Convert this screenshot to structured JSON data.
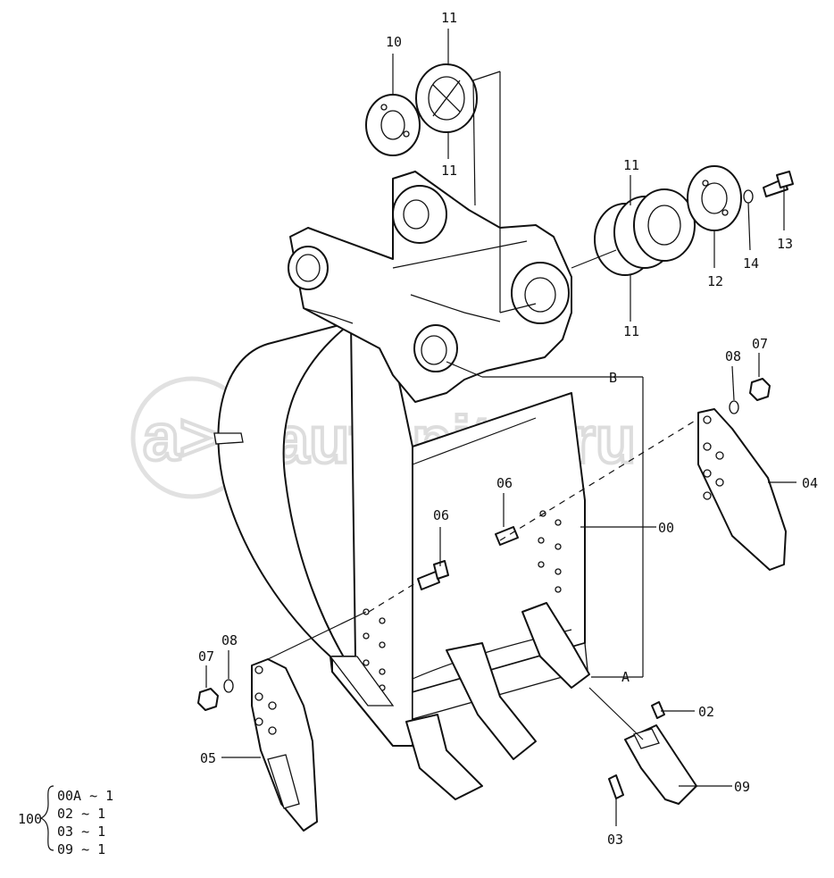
{
  "labels": {
    "p10": "10",
    "p11a": "11",
    "p11b": "11",
    "p11c": "11",
    "p11d": "11",
    "p12": "12",
    "p13": "13",
    "p14": "14",
    "p08r": "08",
    "p07r": "07",
    "pB": "B",
    "p04": "04",
    "p06r": "06",
    "p00": "00",
    "p06l": "06",
    "p07l": "07",
    "p08l": "08",
    "pA": "A",
    "p02": "02",
    "p05": "05",
    "p09": "09",
    "p03": "03"
  },
  "kit": {
    "number": "100",
    "lines": [
      "00A ~ 1",
      "02  ~ 1",
      "03  ~ 1",
      "09  ~ 1"
    ]
  },
  "watermark": {
    "logo": "a>",
    "text": "autopiter.ru"
  }
}
